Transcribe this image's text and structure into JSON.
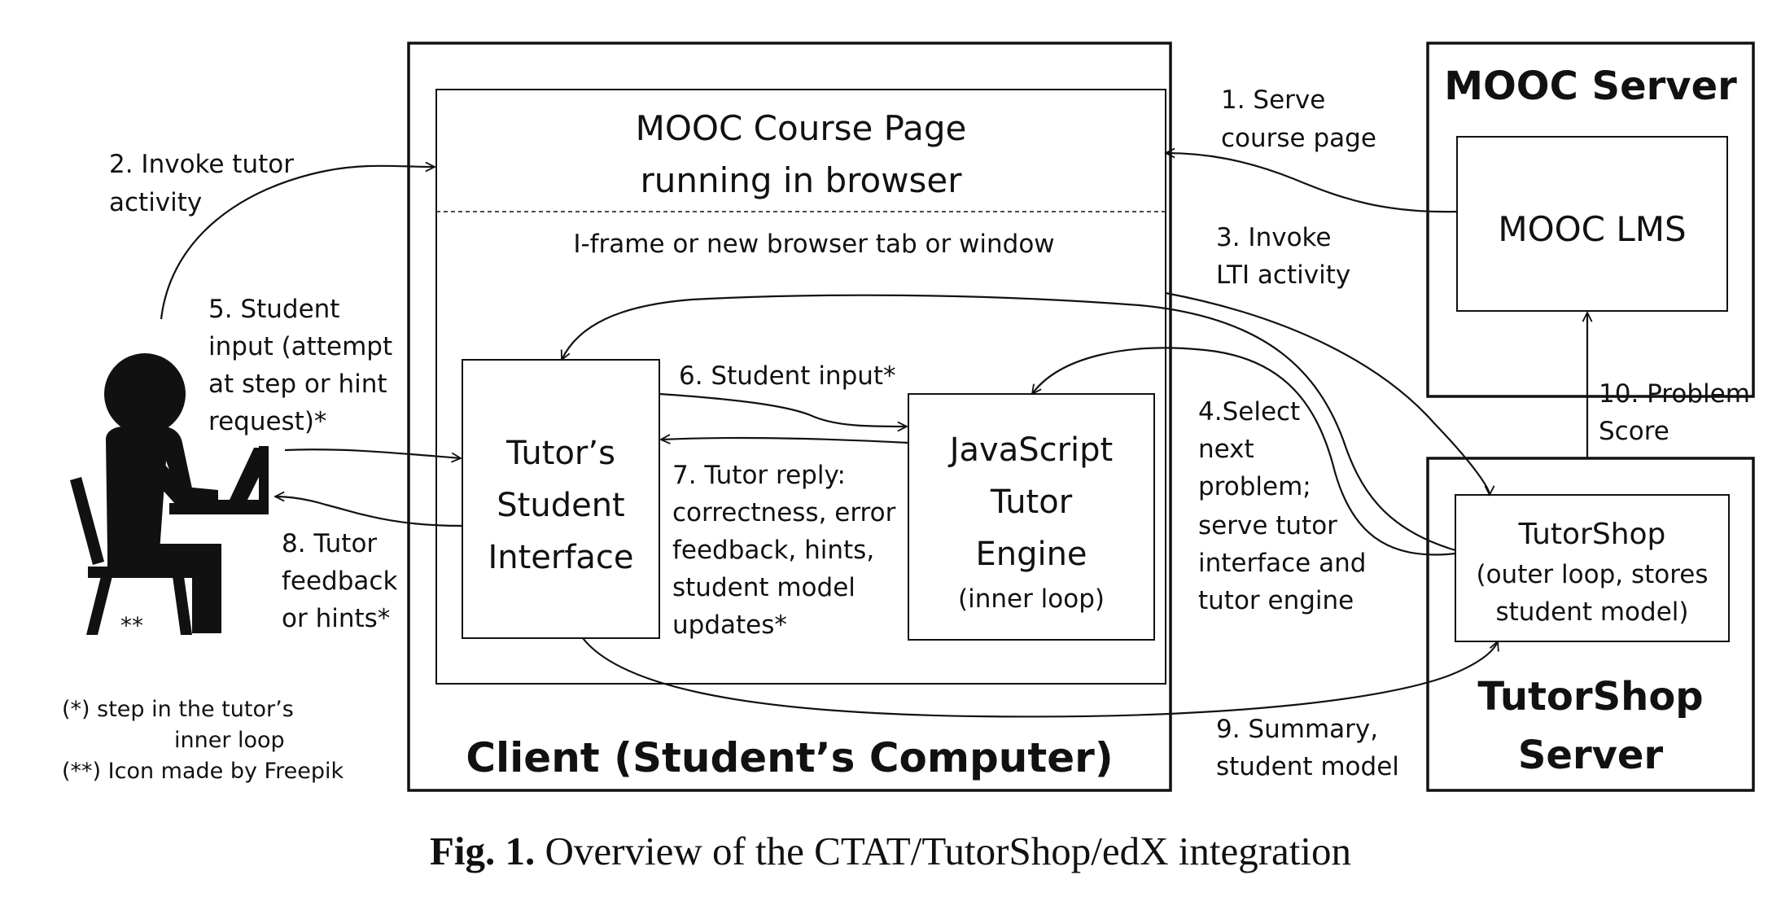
{
  "figure": {
    "client_title": "Client (Student’s Computer)",
    "course_page": {
      "line1": "MOOC Course Page",
      "line2": "running in browser"
    },
    "iframe_label": "I-frame or new browser tab or window",
    "student_interface": {
      "line1": "Tutor’s",
      "line2": "Student",
      "line3": "Interface"
    },
    "tutor_engine": {
      "line1": "JavaScript",
      "line2": "Tutor",
      "line3": "Engine",
      "line4": "(inner loop)"
    },
    "mooc_server": {
      "title": "MOOC Server",
      "lms": "MOOC LMS"
    },
    "tutorshop_server": {
      "title1": "TutorShop",
      "title2": "Server",
      "box_line1": "TutorShop",
      "box_line2": "(outer loop, stores",
      "box_line3": "student model)"
    },
    "steps": {
      "s1": [
        "1. Serve",
        "course page"
      ],
      "s2": [
        "2. Invoke tutor",
        "activity"
      ],
      "s3": [
        "3. Invoke",
        "LTI activity"
      ],
      "s4": [
        "4.Select",
        "next",
        "problem;",
        "serve tutor",
        "interface and",
        "tutor engine"
      ],
      "s5": [
        "5. Student",
        "input (attempt",
        "at step or hint",
        "request)*"
      ],
      "s6": [
        "6. Student input*"
      ],
      "s7": [
        "7. Tutor reply:",
        "correctness, error",
        "feedback, hints,",
        "student model",
        "updates*"
      ],
      "s8": [
        "8. Tutor",
        "feedback",
        "or hints*"
      ],
      "s9": [
        "9. Summary,",
        "student model"
      ],
      "s10": [
        "10. Problem",
        "Score"
      ]
    },
    "student_icon_mark": "**",
    "footnotes": {
      "f1_line1": "(*) step in the tutor’s",
      "f1_line2": "inner loop",
      "f2": "(**) Icon made by Freepik"
    },
    "caption": {
      "label": "Fig. 1.",
      "text": " Overview of the CTAT/TutorShop/edX integration"
    }
  }
}
